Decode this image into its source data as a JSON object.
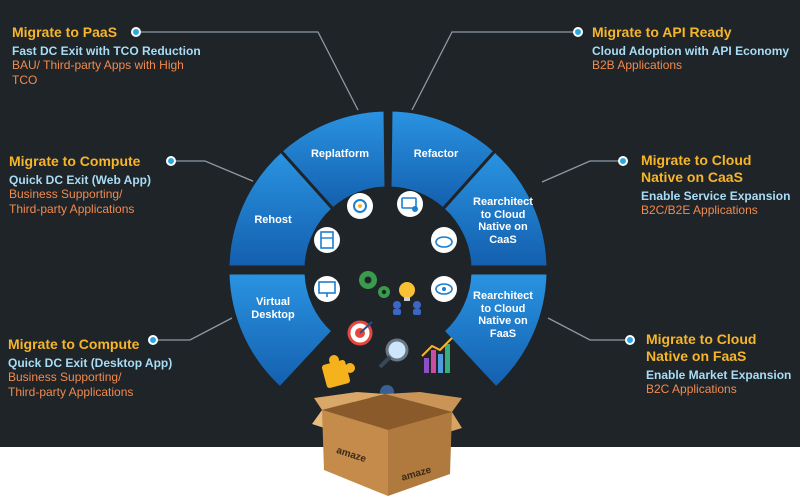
{
  "colors": {
    "background": "#1e2428",
    "title": "#f7b529",
    "subtitle": "#a9dcf5",
    "detail": "#f28a4f",
    "segment": "#1c7fd0",
    "connector": "#8e9aa6"
  },
  "callouts": {
    "paas": {
      "title": "Migrate to PaaS",
      "subtitle": "Fast DC Exit with TCO Reduction",
      "detail_1": "BAU/ Third-party Apps with High",
      "detail_2": "TCO"
    },
    "api": {
      "title": "Migrate to API Ready",
      "subtitle": "Cloud Adoption with API Economy",
      "detail_1": "B2B Applications"
    },
    "compute_web": {
      "title": "Migrate to Compute",
      "subtitle": "Quick DC Exit (Web App)",
      "detail_1": "Business Supporting/",
      "detail_2": "Third-party Applications"
    },
    "caas": {
      "title_1": "Migrate to Cloud",
      "title_2": "Native on CaaS",
      "subtitle": "Enable Service Expansion",
      "detail_1": "B2C/B2E Applications"
    },
    "compute_desktop": {
      "title": "Migrate to Compute",
      "subtitle": "Quick DC Exit (Desktop App)",
      "detail_1": "Business Supporting/",
      "detail_2": "Third-party Applications"
    },
    "faas": {
      "title_1": "Migrate to Cloud",
      "title_2": "Native on FaaS",
      "subtitle": "Enable Market Expansion",
      "detail_1": "B2C Applications"
    }
  },
  "segments": {
    "replatform": "Replatform",
    "refactor": "Refactor",
    "rehost": "Rehost",
    "rearchitect_caas_1": "Rearchitect",
    "rearchitect_caas_2": "to Cloud",
    "rearchitect_caas_3": "Native on",
    "rearchitect_caas_4": "CaaS",
    "virtual_desktop_1": "Virtual",
    "virtual_desktop_2": "Desktop",
    "rearchitect_faas_1": "Rearchitect",
    "rearchitect_faas_2": "to Cloud",
    "rearchitect_faas_3": "Native on",
    "rearchitect_faas_4": "FaaS"
  },
  "box": {
    "brand_left": "amaze",
    "brand_right": "amaze"
  },
  "icons": [
    "gear-lightbulb-icon",
    "code-settings-icon",
    "server-build-icon",
    "cloud-sync-icon",
    "desktop-monitor-icon",
    "cloud-network-icon",
    "gears-icon",
    "team-idea-icon",
    "target-icon",
    "magnifier-icon",
    "bar-chart-icon",
    "puzzle-icon",
    "lightbulb-icon"
  ]
}
